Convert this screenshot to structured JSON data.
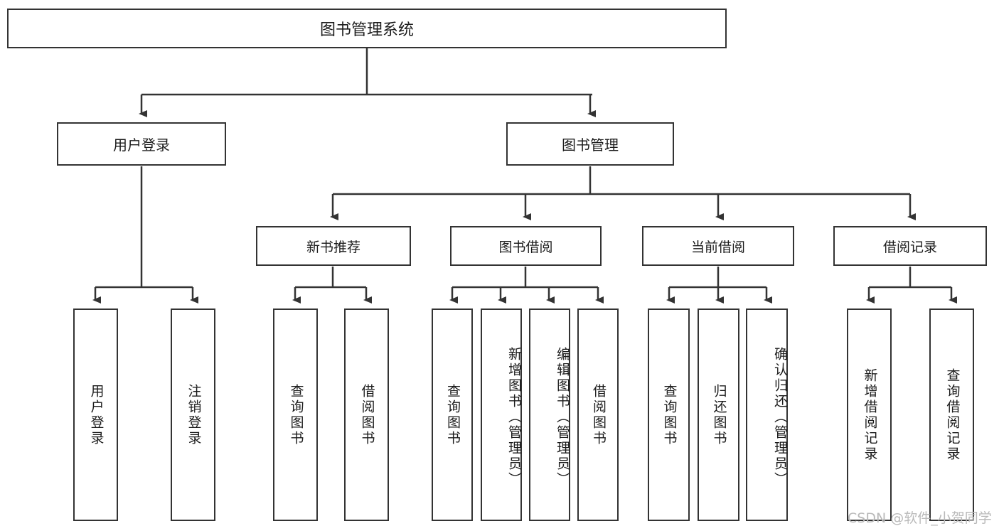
{
  "diagram": {
    "type": "tree",
    "title": "图书管理系统",
    "orientation": "top-down",
    "colors": {
      "box_border": "#333333",
      "box_fill": "#ffffff",
      "edge": "#333333",
      "text": "#1b1b1b",
      "watermark": "#b9b9b9",
      "background": "#ffffff"
    }
  },
  "root": {
    "label": "图书管理系统"
  },
  "level1": [
    {
      "label": "用户登录"
    },
    {
      "label": "图书管理"
    }
  ],
  "level2": [
    {
      "label": "新书推荐"
    },
    {
      "label": "图书借阅"
    },
    {
      "label": "当前借阅"
    },
    {
      "label": "借阅记录"
    }
  ],
  "leaves": {
    "user_login": [
      {
        "label": "用户登录"
      },
      {
        "label": "注销登录"
      }
    ],
    "new_book": [
      {
        "label": "查询图书"
      },
      {
        "label": "借阅图书"
      }
    ],
    "book_borrow": [
      {
        "label": "查询图书"
      },
      {
        "label": "新增图书（管理员）"
      },
      {
        "label": "编辑图书（管理员）"
      },
      {
        "label": "借阅图书"
      }
    ],
    "current_borrow": [
      {
        "label": "查询图书"
      },
      {
        "label": "归还图书"
      },
      {
        "label": "确认归还（管理员）"
      }
    ],
    "borrow_record": [
      {
        "label": "新增借阅记录"
      },
      {
        "label": "查询借阅记录"
      }
    ]
  },
  "watermark": {
    "text": "CSDN @软件_小贺同学"
  }
}
